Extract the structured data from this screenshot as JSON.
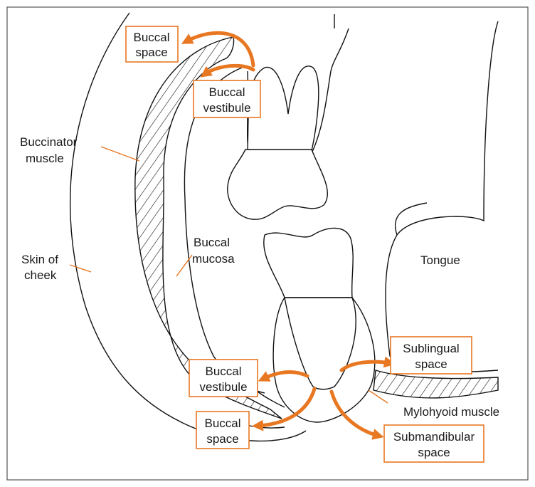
{
  "labels": {
    "buccal_space_top": [
      "Buccal",
      "space"
    ],
    "buccal_vestibule_top": [
      "Buccal",
      "vestibule"
    ],
    "buccinator_muscle": [
      "Buccinator",
      "muscle"
    ],
    "skin_of_cheek": [
      "Skin of",
      "cheek"
    ],
    "buccal_mucosa": [
      "Buccal",
      "mucosa"
    ],
    "tongue": "Tongue",
    "sublingual_space": [
      "Sublingual",
      "space"
    ],
    "buccal_vestibule_bottom": [
      "Buccal",
      "vestibule"
    ],
    "mylohyoid_muscle": "Mylohyoid muscle",
    "buccal_space_bottom": [
      "Buccal",
      "space"
    ],
    "submandibular_space": [
      "Submandibular",
      "space"
    ]
  },
  "colors": {
    "accent": "#e87722",
    "line": "#111111",
    "frame": "#555555"
  }
}
